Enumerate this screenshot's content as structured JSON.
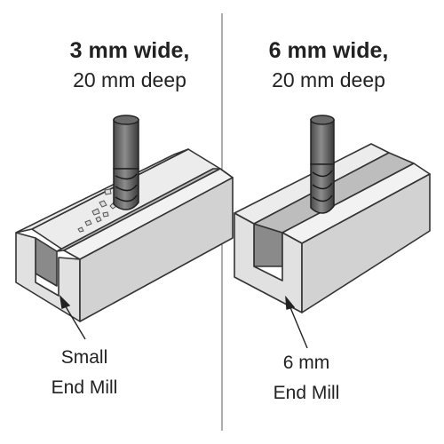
{
  "left_panel": {
    "title_line1": "3 mm wide,",
    "title_line2": "20 mm deep",
    "caption_line1": "Small",
    "caption_line2": "End Mill"
  },
  "right_panel": {
    "title_line1": "6 mm wide,",
    "title_line2": "20 mm deep",
    "caption_line1": "6 mm",
    "caption_line2": "End Mill"
  }
}
